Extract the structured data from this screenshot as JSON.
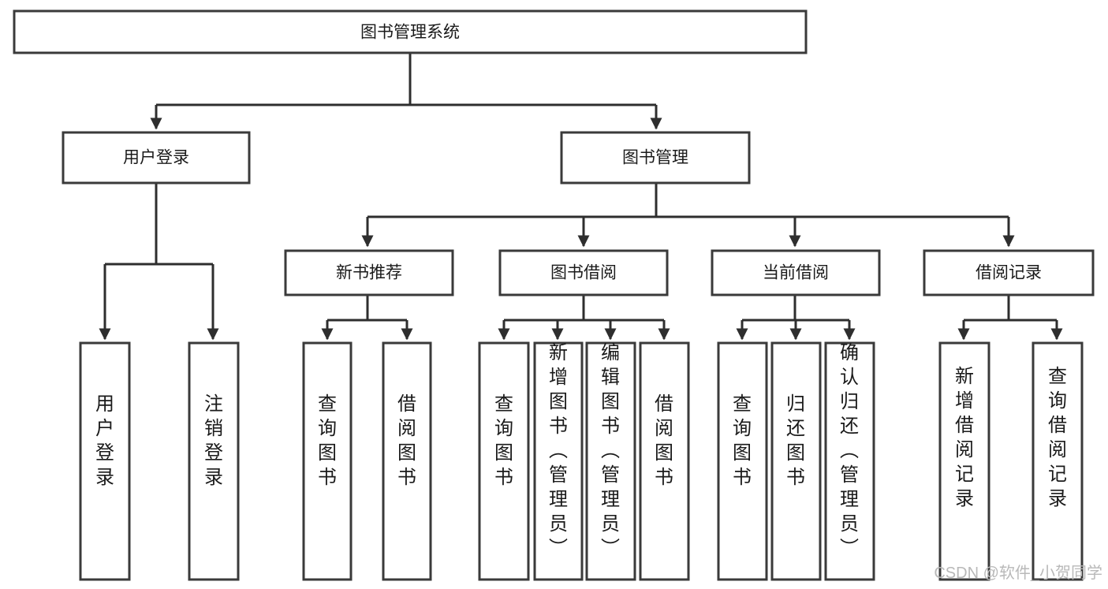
{
  "diagram": {
    "title": "图书管理系统",
    "type": "tree-hierarchy",
    "root": {
      "id": "root",
      "label": "图书管理系统",
      "orientation": "horizontal"
    },
    "level1": [
      {
        "id": "user-login",
        "label": "用户登录",
        "orientation": "horizontal"
      },
      {
        "id": "book-management",
        "label": "图书管理",
        "orientation": "horizontal"
      }
    ],
    "level2": [
      {
        "id": "new-book-recommend",
        "label": "新书推荐",
        "orientation": "horizontal",
        "parent": "book-management"
      },
      {
        "id": "book-borrow",
        "label": "图书借阅",
        "orientation": "horizontal",
        "parent": "book-management"
      },
      {
        "id": "current-borrow",
        "label": "当前借阅",
        "orientation": "horizontal",
        "parent": "book-management"
      },
      {
        "id": "borrow-record",
        "label": "借阅记录",
        "orientation": "horizontal",
        "parent": "book-management"
      }
    ],
    "leaves": [
      {
        "id": "leaf-user-login",
        "label": "用户登录",
        "parent": "user-login",
        "orientation": "vertical"
      },
      {
        "id": "leaf-logout",
        "label": "注销登录",
        "parent": "user-login",
        "orientation": "vertical"
      },
      {
        "id": "leaf-query-book-1",
        "label": "查询图书",
        "parent": "new-book-recommend",
        "orientation": "vertical"
      },
      {
        "id": "leaf-borrow-book-1",
        "label": "借阅图书",
        "parent": "new-book-recommend",
        "orientation": "vertical"
      },
      {
        "id": "leaf-query-book-2",
        "label": "查询图书",
        "parent": "book-borrow",
        "orientation": "vertical"
      },
      {
        "id": "leaf-add-book",
        "label": "新增图书（管理员）",
        "parent": "book-borrow",
        "orientation": "vertical"
      },
      {
        "id": "leaf-edit-book",
        "label": "编辑图书（管理员）",
        "parent": "book-borrow",
        "orientation": "vertical"
      },
      {
        "id": "leaf-borrow-book-2",
        "label": "借阅图书",
        "parent": "book-borrow",
        "orientation": "vertical"
      },
      {
        "id": "leaf-query-book-3",
        "label": "查询图书",
        "parent": "current-borrow",
        "orientation": "vertical"
      },
      {
        "id": "leaf-return-book",
        "label": "归还图书",
        "parent": "current-borrow",
        "orientation": "vertical"
      },
      {
        "id": "leaf-confirm-return",
        "label": "确认归还（管理员）",
        "parent": "current-borrow",
        "orientation": "vertical"
      },
      {
        "id": "leaf-add-record",
        "label": "新增借阅记录",
        "parent": "borrow-record",
        "orientation": "vertical"
      },
      {
        "id": "leaf-query-record",
        "label": "查询借阅记录",
        "parent": "borrow-record",
        "orientation": "vertical"
      }
    ],
    "colors": {
      "box_fill": "#ffffff",
      "box_stroke": "#3a3a3a",
      "connector": "#2e2e2e",
      "text": "#1a1a1a",
      "watermark": "#b9b9b9",
      "background": "#ffffff"
    }
  },
  "watermark": {
    "text": "CSDN @软件_小贺同学"
  }
}
